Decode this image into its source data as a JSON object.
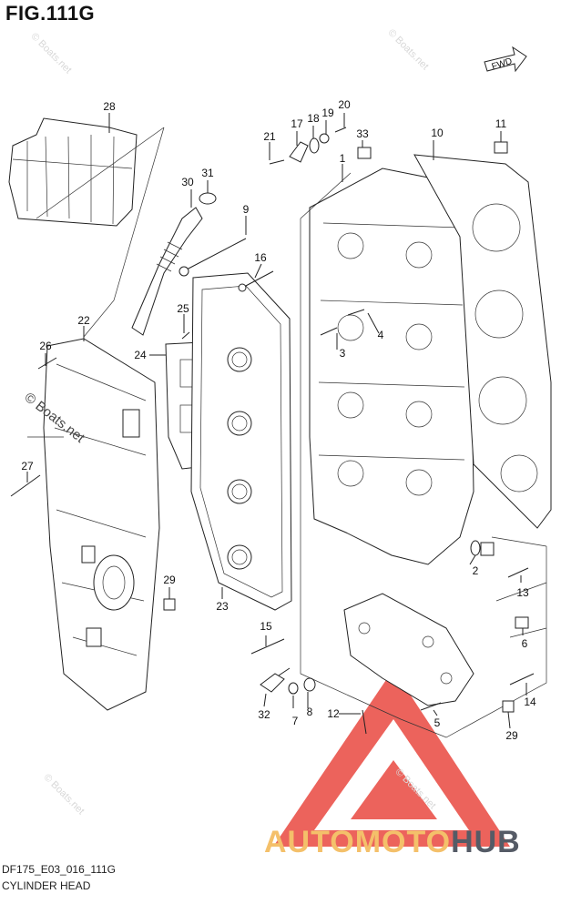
{
  "figure": {
    "title": "FIG.111G",
    "code": "DF175_E03_016_111G",
    "caption": "CYLINDER HEAD",
    "fwd_label": "FWD"
  },
  "watermarks": {
    "small": "© Boats.net",
    "large": "© Boats.net"
  },
  "brand": {
    "part1": "AUTOMOTO",
    "part2": "HUB",
    "colors": {
      "logo_triangle": "#e9483f",
      "text_light": "#f4c06a",
      "text_dark": "#555b66"
    }
  },
  "callouts": [
    {
      "id": "1"
    },
    {
      "id": "2"
    },
    {
      "id": "3"
    },
    {
      "id": "4"
    },
    {
      "id": "5"
    },
    {
      "id": "6"
    },
    {
      "id": "7"
    },
    {
      "id": "8"
    },
    {
      "id": "9"
    },
    {
      "id": "10"
    },
    {
      "id": "11"
    },
    {
      "id": "12"
    },
    {
      "id": "13"
    },
    {
      "id": "14"
    },
    {
      "id": "15"
    },
    {
      "id": "16"
    },
    {
      "id": "17"
    },
    {
      "id": "18"
    },
    {
      "id": "19"
    },
    {
      "id": "20"
    },
    {
      "id": "21"
    },
    {
      "id": "22"
    },
    {
      "id": "23"
    },
    {
      "id": "24"
    },
    {
      "id": "25"
    },
    {
      "id": "26"
    },
    {
      "id": "27"
    },
    {
      "id": "28"
    },
    {
      "id": "29"
    },
    {
      "id": "29"
    },
    {
      "id": "30"
    },
    {
      "id": "31"
    },
    {
      "id": "32"
    },
    {
      "id": "33"
    }
  ]
}
